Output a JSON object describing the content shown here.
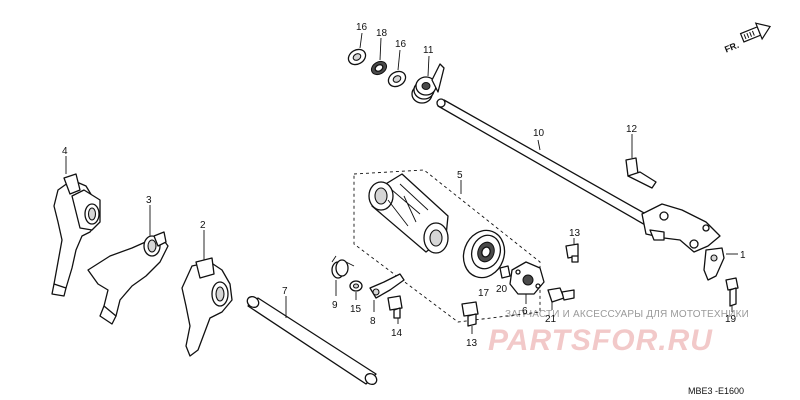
{
  "front_marker": "FR.",
  "callouts": {
    "c1": "1",
    "c2": "2",
    "c3": "3",
    "c4": "4",
    "c5": "5",
    "c6": "6",
    "c7": "7",
    "c8": "8",
    "c9": "9",
    "c10": "10",
    "c11": "11",
    "c12": "12",
    "c13a": "13",
    "c13b": "13",
    "c14": "14",
    "c15": "15",
    "c16a": "16",
    "c16b": "16",
    "c17": "17",
    "c18": "18",
    "c19": "19",
    "c20": "20",
    "c21": "21"
  },
  "watermark": {
    "line1": "ЗАПЧАСТИ И АКСЕССУАРЫ ДЛЯ МОТОТЕХНИКИ",
    "line2": "PARTSFOR.RU"
  },
  "diagram_code": "MBE3 -E1600"
}
